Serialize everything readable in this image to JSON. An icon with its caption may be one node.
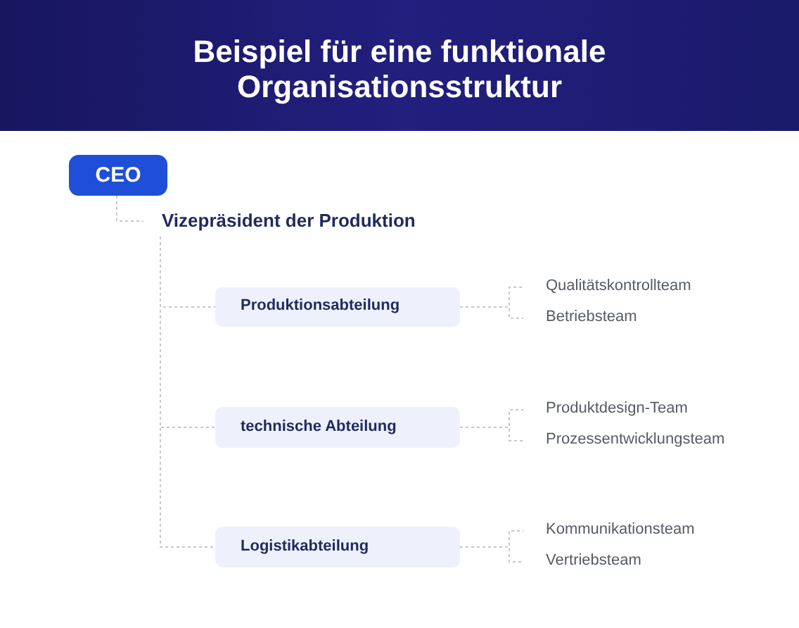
{
  "diagram": {
    "title": "Beispiel für eine funktionale Organisationsstruktur",
    "nodes": [
      {
        "text": [
          "CEO"
        ]
      },
      {
        "text": [
          "Vizepräsident der Produktion"
        ]
      },
      {
        "text": [
          "Produktionsabteilung"
        ]
      },
      {
        "text": [
          "Qualitätskontrollteam"
        ]
      },
      {
        "text": [
          "Betriebsteam"
        ]
      },
      {
        "text": [
          "technische Abteilung"
        ]
      },
      {
        "text": [
          "Produktdesign-Team"
        ]
      },
      {
        "text": [
          "Prozessentwicklungsteam"
        ]
      },
      {
        "text": [
          "Logistikabteilung"
        ]
      },
      {
        "text": [
          "Kommunikationsteam"
        ]
      },
      {
        "text": [
          "Vertriebsteam"
        ]
      }
    ],
    "edges": [
      {
        "from": 0,
        "to": 1,
        "arrow": "none",
        "style": "dashed"
      },
      {
        "from": 1,
        "to": 2,
        "arrow": "none",
        "style": "dashed"
      },
      {
        "from": 1,
        "to": 5,
        "arrow": "none",
        "style": "dashed"
      },
      {
        "from": 1,
        "to": 8,
        "arrow": "none",
        "style": "dashed"
      },
      {
        "from": 2,
        "to": 3,
        "arrow": "none",
        "style": "dashed"
      },
      {
        "from": 2,
        "to": 4,
        "arrow": "none",
        "style": "dashed"
      },
      {
        "from": 5,
        "to": 6,
        "arrow": "none",
        "style": "dashed"
      },
      {
        "from": 5,
        "to": 7,
        "arrow": "none",
        "style": "dashed"
      },
      {
        "from": 8,
        "to": 9,
        "arrow": "none",
        "style": "dashed"
      },
      {
        "from": 8,
        "to": 10,
        "arrow": "none",
        "style": "dashed"
      }
    ]
  }
}
